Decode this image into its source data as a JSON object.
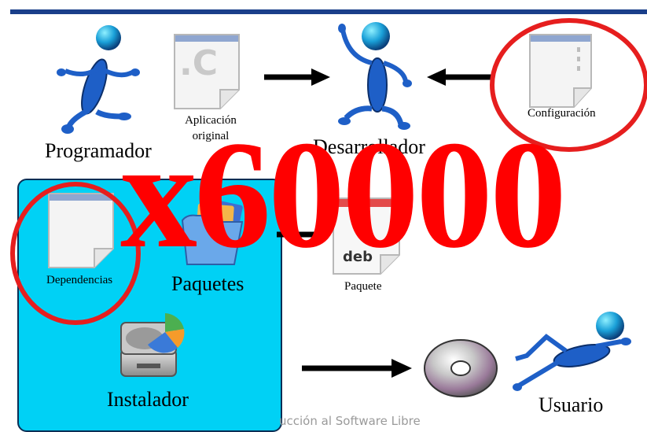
{
  "diagram": {
    "programmer_label": "Programador",
    "app_doc_letter": ".C",
    "app_doc_label_line1": "Aplicación",
    "app_doc_label_line2": "original",
    "developer_label": "Desarrollador",
    "config_label": "Configuración",
    "dependencies_label": "Dependencias",
    "packages_label": "Paquetes",
    "package_file_label": "Paquete",
    "deb_text": "deb",
    "installer_label": "Instalador",
    "user_label": "Usuario",
    "overlay_text": "x60000",
    "footer_text": "ucción al Software Libre"
  },
  "colors": {
    "title_bar": "#1a3f8a",
    "panel_bg": "#00d1f5",
    "figure_blue": "#1e5fc7",
    "overlay_red": "#ff0000"
  }
}
